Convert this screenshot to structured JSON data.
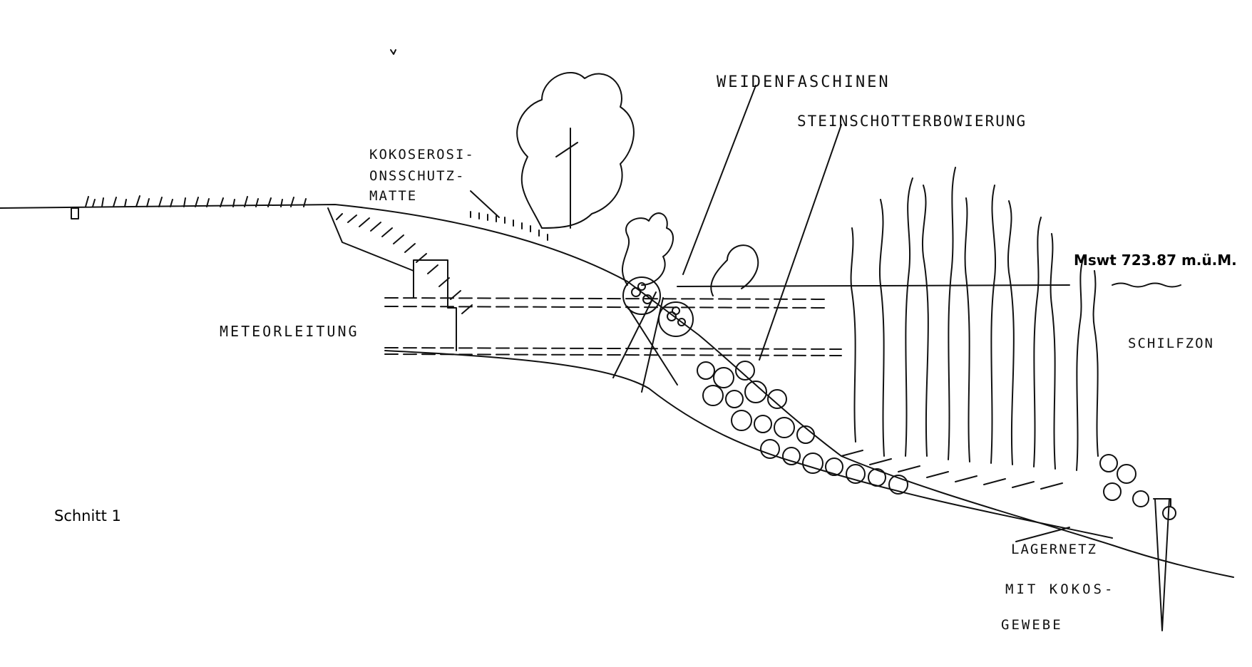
{
  "labels": {
    "weidenfaschinen": "WEIDENFASCHINEN",
    "steinschotter": "STEINSCHOTTERBOWIERUNG",
    "kokos_line1": "KOKOSEROSI-",
    "kokos_line2": "ONSSCHUTZ-",
    "kokos_line3": "MATTE",
    "meteorleitung": "METEORLEITUNG",
    "schilfzone": "SCHILFZON",
    "lagernetz_line1": "LAGERNETZ",
    "lagernetz_line2": "MIT KOKOS-",
    "lagernetz_line3": "GEWEBE",
    "water_level": "Mswt 723.87 m.ü.M.",
    "section_title": "Schnitt 1"
  },
  "colors": {
    "ink": "#111111",
    "paper": "#ffffff"
  }
}
